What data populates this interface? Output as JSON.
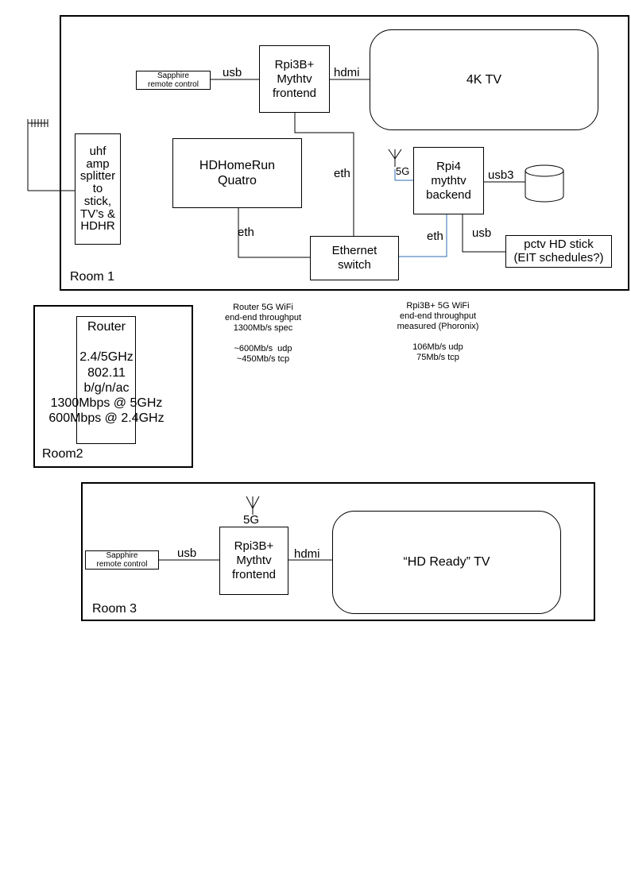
{
  "room1": {
    "label": "Room 1",
    "remote": "Sapphire\nremote control",
    "usb_remote": "usb",
    "frontend": "Rpi3B+\nMythtv\nfrontend",
    "hdmi": "hdmi",
    "tv": "4K TV",
    "splitter": "uhf\namp\nsplitter\nto\nstick,\nTV’s &\nHDHR",
    "hdhomerun": "HDHomeRun\nQuatro",
    "eth_frontend": "eth",
    "eth_hdhr": "eth",
    "eth_backend": "eth",
    "backend": "Rpi4\nmythtv\nbackend",
    "wifi_5g": "5G",
    "usb3": "usb3",
    "usb_stick": "usb",
    "switch": "Ethernet\nswitch",
    "pctv": "pctv HD stick\n(EIT schedules?)"
  },
  "room2": {
    "label": "Room2",
    "router": "Router\n\n2.4/5GHz\n802.11\nb/g/n/ac\n1300Mbps @ 5GHz\n600Mbps @ 2.4GHz"
  },
  "notes": {
    "router_wifi": "Router 5G WiFi\nend-end throughput\n1300Mb/s spec\n\n~600Mb/s  udp\n~450Mb/s tcp",
    "rpi_wifi": "Rpi3B+ 5G WiFi\nend-end throughput\nmeasured (Phoronix)\n\n106Mb/s udp\n75Mb/s tcp"
  },
  "room3": {
    "label": "Room 3",
    "remote": "Sapphire\nremote control",
    "usb": "usb",
    "wifi_5g": "5G",
    "frontend": "Rpi3B+\nMythtv\nfrontend",
    "hdmi": "hdmi",
    "tv": "“HD Ready” TV"
  },
  "colors": {
    "line": "#000000",
    "wifi_link": "#2f6db3"
  }
}
